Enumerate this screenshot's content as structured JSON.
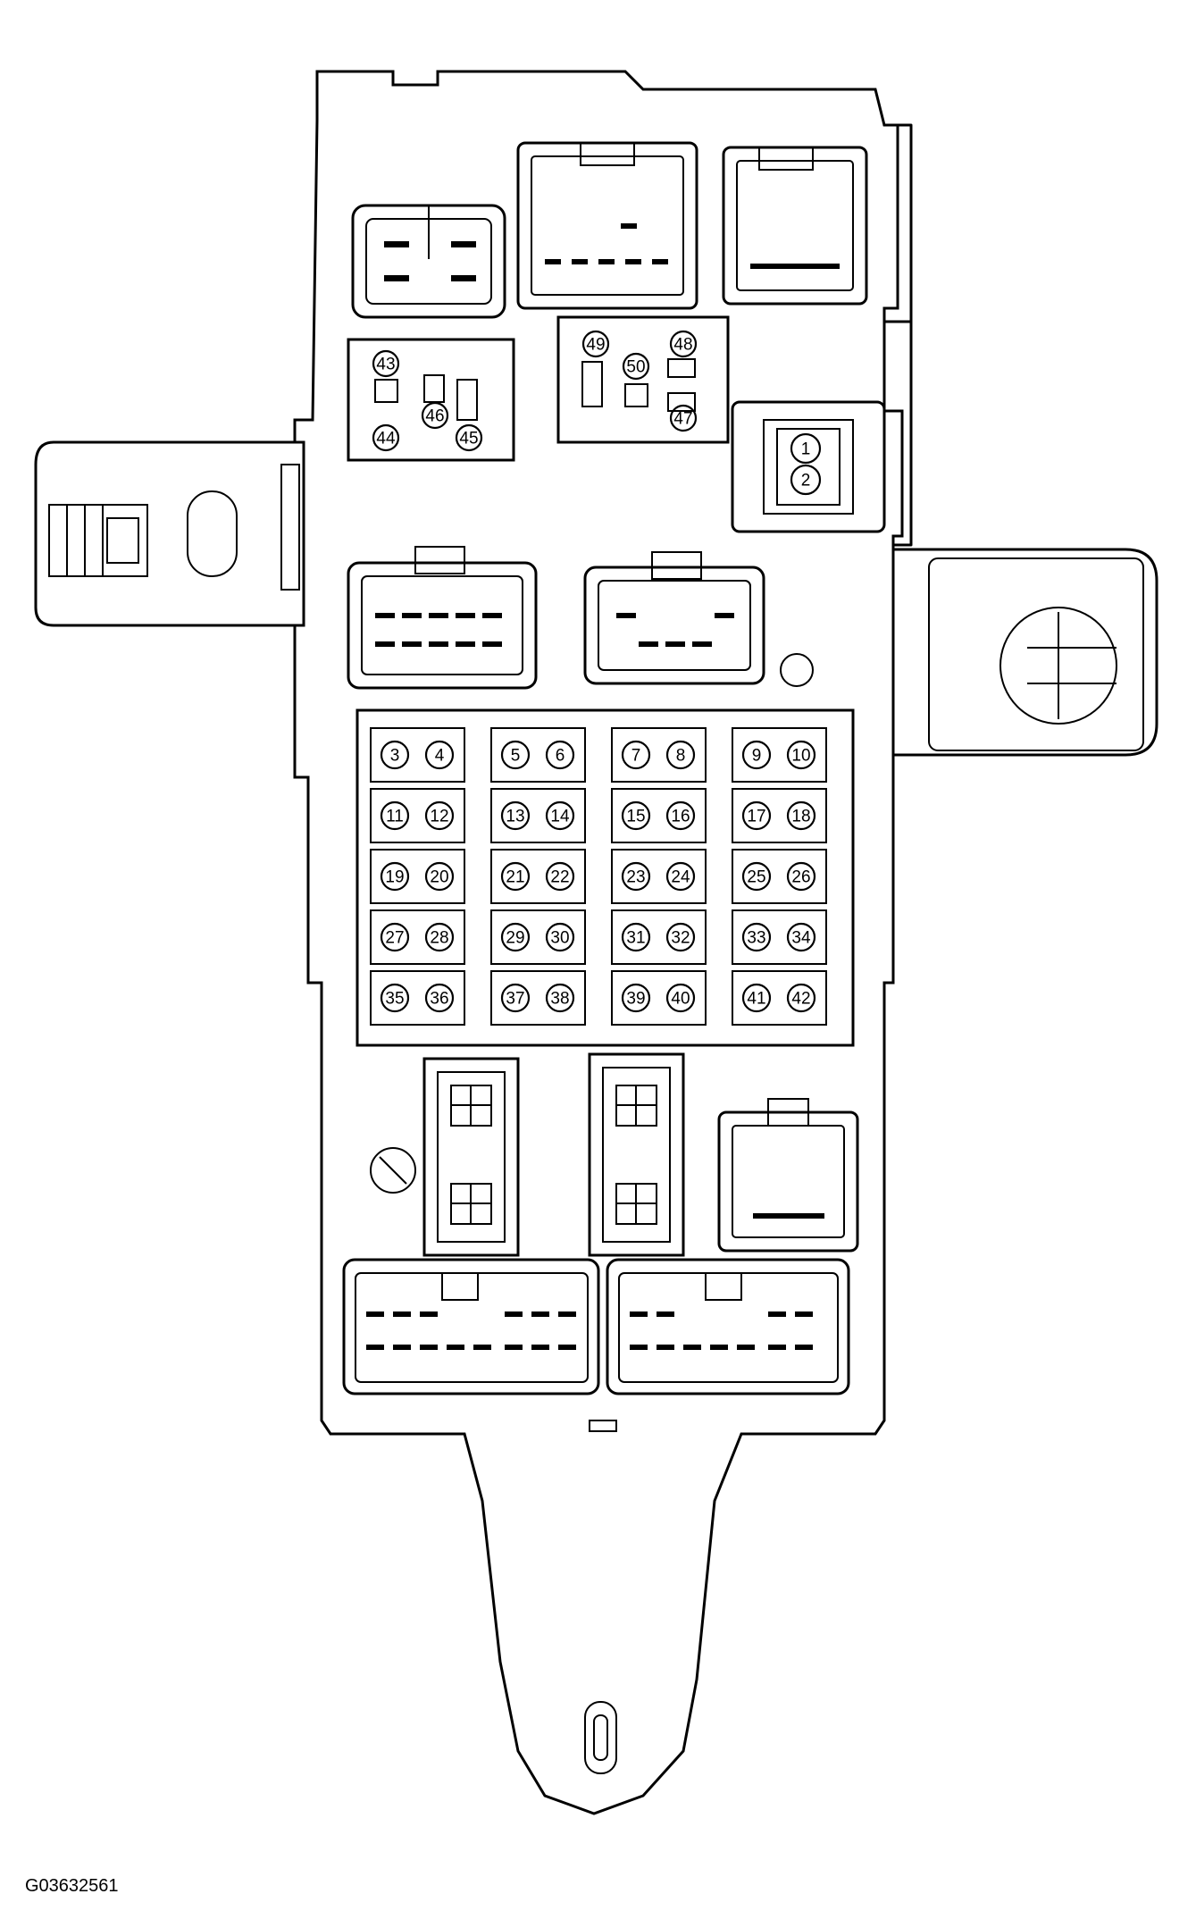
{
  "figure_code": "G03632561",
  "fuse_rows": [
    [
      "3",
      "4",
      "5",
      "6",
      "7",
      "8",
      "9",
      "10"
    ],
    [
      "11",
      "12",
      "13",
      "14",
      "15",
      "16",
      "17",
      "18"
    ],
    [
      "19",
      "20",
      "21",
      "22",
      "23",
      "24",
      "25",
      "26"
    ],
    [
      "27",
      "28",
      "29",
      "30",
      "31",
      "32",
      "33",
      "34"
    ],
    [
      "35",
      "36",
      "37",
      "38",
      "39",
      "40",
      "41",
      "42"
    ]
  ],
  "relay_labels": {
    "r43": "43",
    "r44": "44",
    "r45": "45",
    "r46": "46",
    "r47": "47",
    "r48": "48",
    "r49": "49",
    "r50": "50",
    "r1": "1",
    "r2": "2"
  }
}
